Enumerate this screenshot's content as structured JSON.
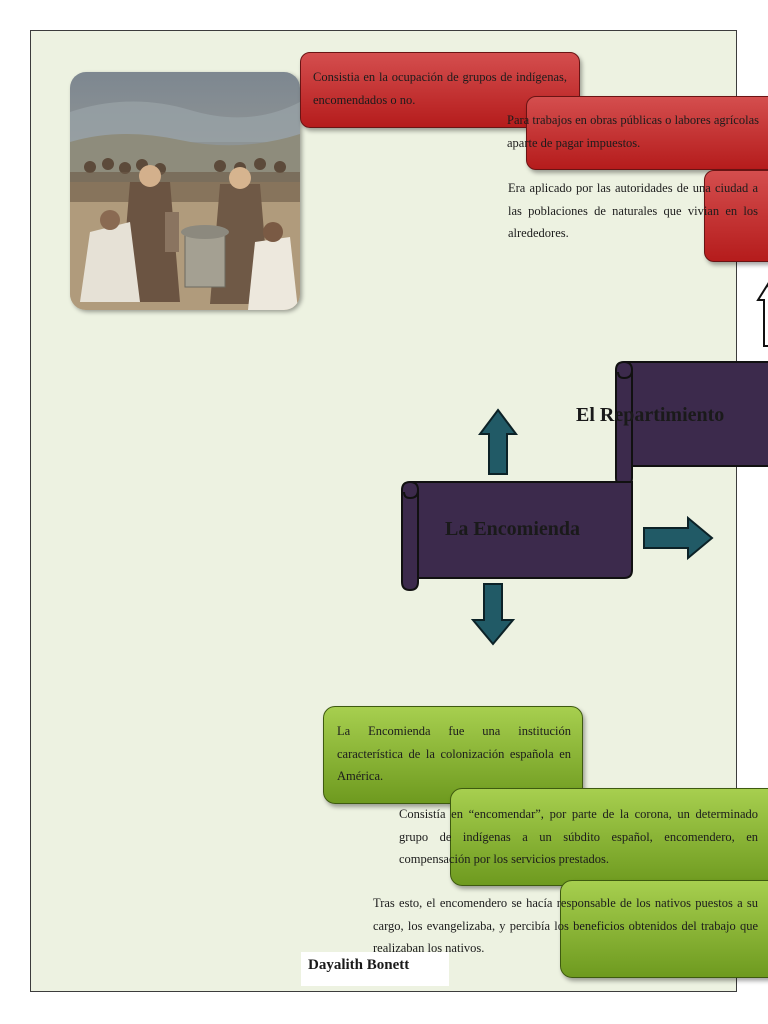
{
  "encomienda": {
    "title": "La Encomienda",
    "intro": "La Encomienda fue una institución característica de la colonización española en América.",
    "detail": "Consistía en “encomendar”, por parte de la corona, un determinado grupo de indígenas a un súbdito español, encomendero, en compensación por los servicios prestados.",
    "responsibility": "Tras esto, el encomendero se hacía responsable de los nativos puestos a su cargo, los evangelizaba, y percibía los beneficios obtenidos del trabajo que realizaban los nativos."
  },
  "repartimiento": {
    "title": "El Repartimiento",
    "occupation": "Consistia en la ocupación de grupos de indígenas, encomendados o no.",
    "labor": "Para trabajos en obras públicas o labores agrícolas aparte de pagar impuestos.",
    "authorities": "Era aplicado por las autoridades de una ciudad a las poblaciones de naturales que vivian en los alrededores."
  },
  "author": "Dayalith Bonett",
  "colors": {
    "scroll": "#3c2a4c",
    "arrow": "#215a66",
    "red": "#b51c1c",
    "green": "#7aa829",
    "background": "#edf2e1"
  },
  "icons": {
    "painting": "mural-painting-image",
    "arrows": [
      "arrow-up-icon",
      "arrow-down-icon",
      "arrow-right-icon"
    ]
  }
}
